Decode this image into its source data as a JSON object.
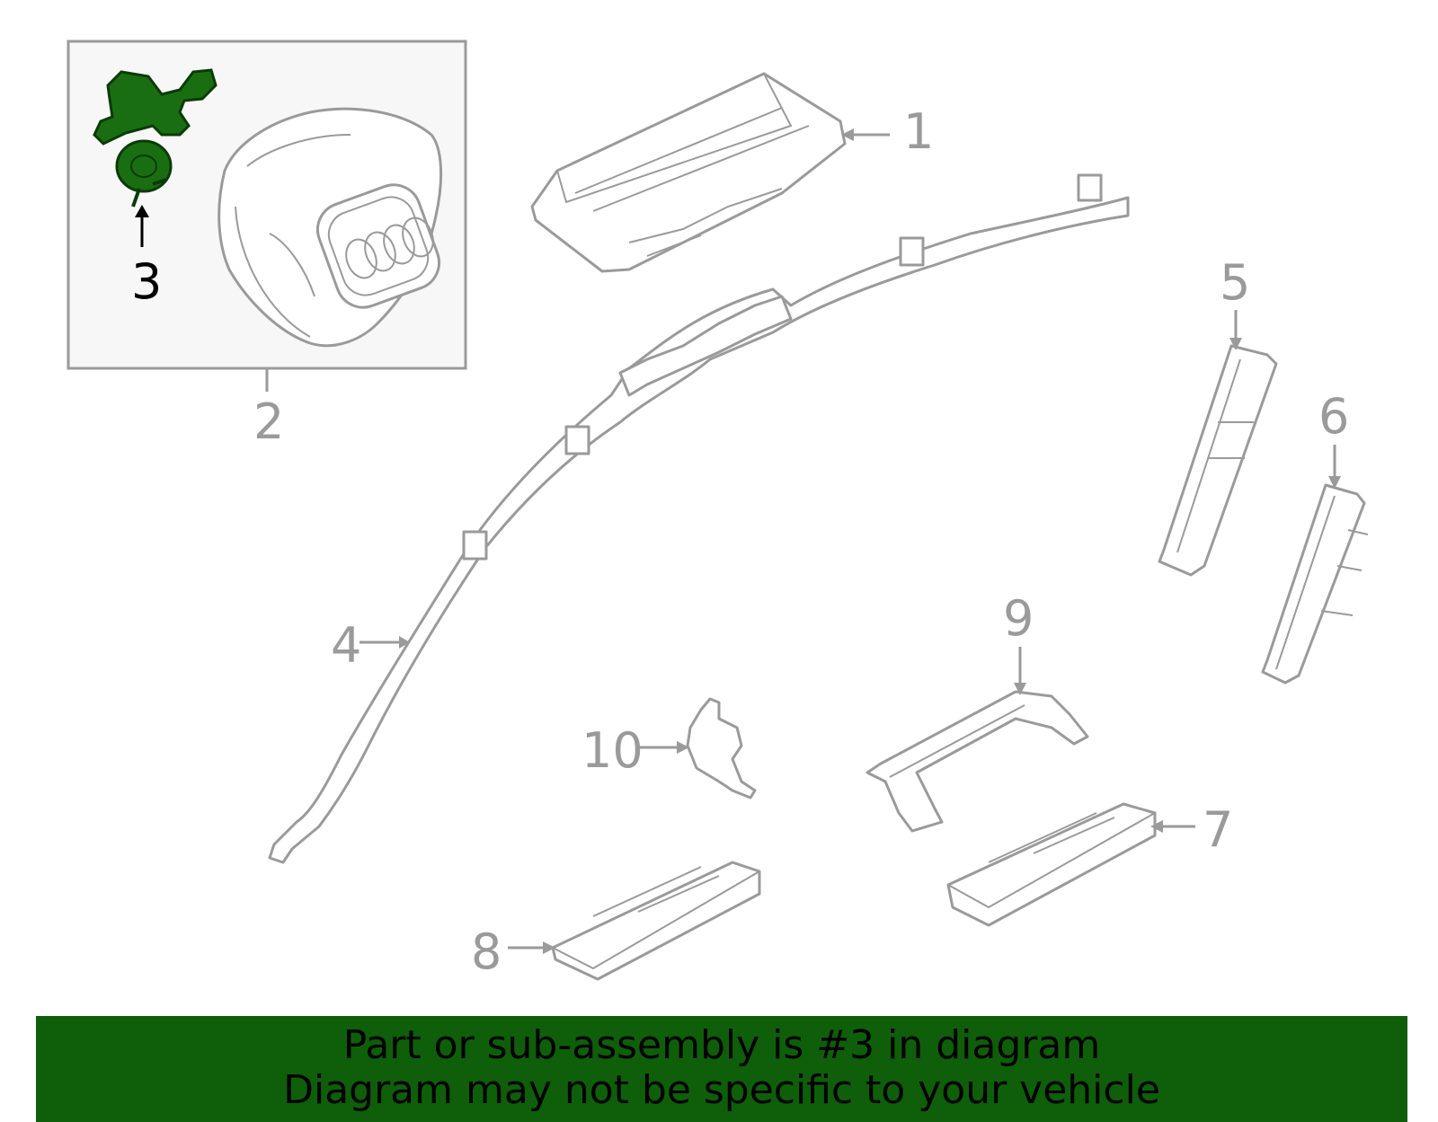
{
  "callouts": {
    "c1": "1",
    "c2": "2",
    "c3": "3",
    "c4": "4",
    "c5": "5",
    "c6": "6",
    "c7": "7",
    "c8": "8",
    "c9": "9",
    "c10": "10"
  },
  "highlighted_part": "3",
  "colors": {
    "highlight_part": "#1a6e12",
    "banner_background": "#0f5e0a",
    "line_art": "#9a9a9a",
    "inset_background": "#f7f7f7"
  },
  "banner": {
    "line1": "Part or sub-assembly is #3 in diagram",
    "line2": "Diagram may not be specific to your vehicle"
  }
}
